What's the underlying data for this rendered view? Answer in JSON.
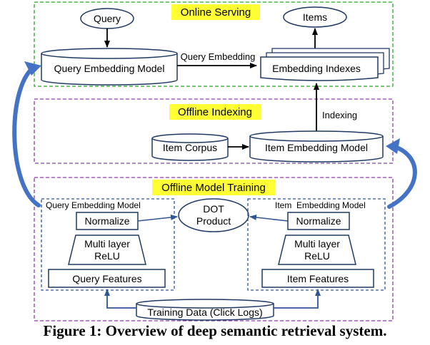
{
  "sections": {
    "online": "Online Serving",
    "indexing": "Offline Indexing",
    "training": "Offline Model Training"
  },
  "nodes": {
    "query": "Query",
    "items": "Items",
    "query_embedding_model": "Query Embedding Model",
    "embedding_indexes": "Embedding Indexes",
    "item_corpus": "Item Corpus",
    "item_embedding_model": "Item Embedding Model",
    "dot_product_line1": "DOT",
    "dot_product_line2": "Product",
    "training_data": "Training Data (Click Logs)"
  },
  "edge_labels": {
    "query_embedding": "Query Embedding",
    "indexing": "Indexing"
  },
  "query_tower": {
    "title": "Query Embedding Model",
    "normalize": "Normalize",
    "mlp_line1": "Multi layer",
    "mlp_line2": "ReLU",
    "features": "Query Features"
  },
  "item_tower": {
    "title": "Item  Embedding Model",
    "normalize": "Normalize",
    "mlp_line1": "Multi layer",
    "mlp_line2": "ReLU",
    "features": "Item Features"
  },
  "caption": "Figure 1: Overview of deep semantic retrieval system.",
  "colors": {
    "online_border": "#29a829",
    "offline_border": "#8a3fa6",
    "title_highlight": "#ffff33",
    "feedback_arrow": "#4472c4",
    "inner_border": "#2f5597",
    "node_border": "#1f3864"
  }
}
